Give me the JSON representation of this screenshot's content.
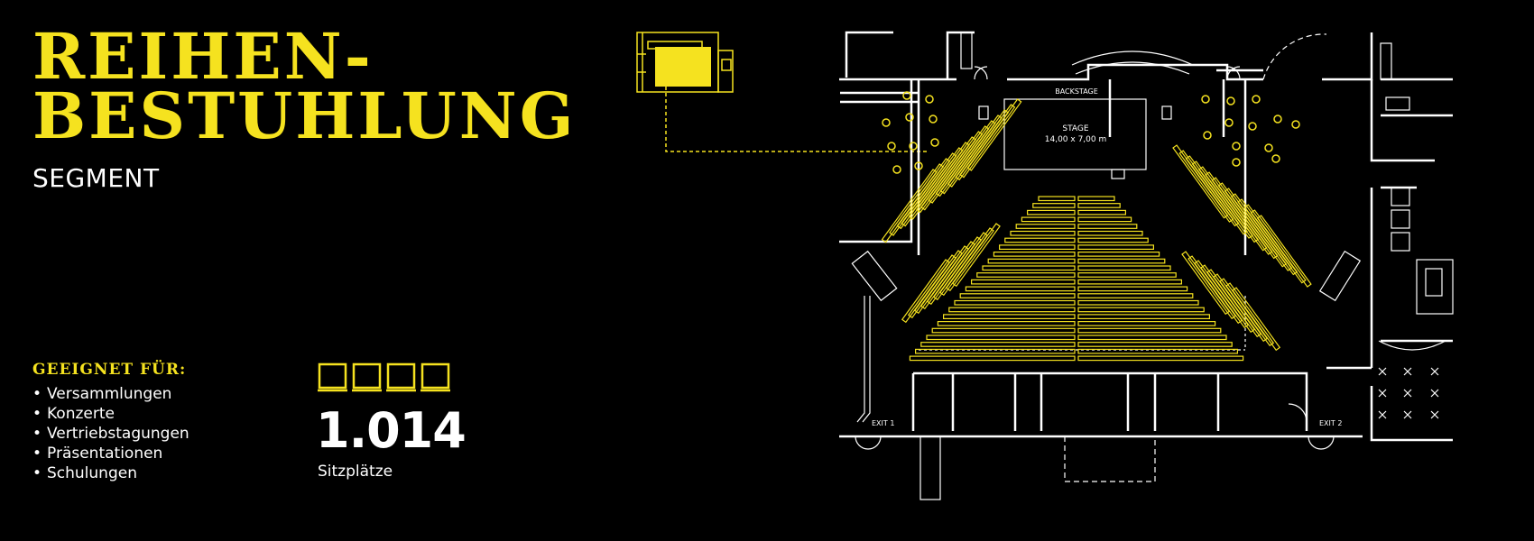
{
  "header": {
    "title_line1": "REIHEN-",
    "title_line2": "BESTUHLUNG",
    "subtitle": "SEGMENT"
  },
  "suitable": {
    "heading": "GEEIGNET FÜR:",
    "items": [
      "Versammlungen",
      "Konzerte",
      "Vertriebstagungen",
      "Präsentationen",
      "Schulungen"
    ]
  },
  "capacity": {
    "count": "1.014",
    "label": "Sitzplätze"
  },
  "floorplan": {
    "stage_label": "STAGE",
    "stage_size": "14,00 x 7,00 m",
    "backstage_label": "BACKSTAGE",
    "exit1_label": "EXIT 1",
    "exit2_label": "EXIT 2"
  },
  "colors": {
    "accent": "#f5e21f",
    "background": "#000000",
    "text": "#ffffff"
  }
}
